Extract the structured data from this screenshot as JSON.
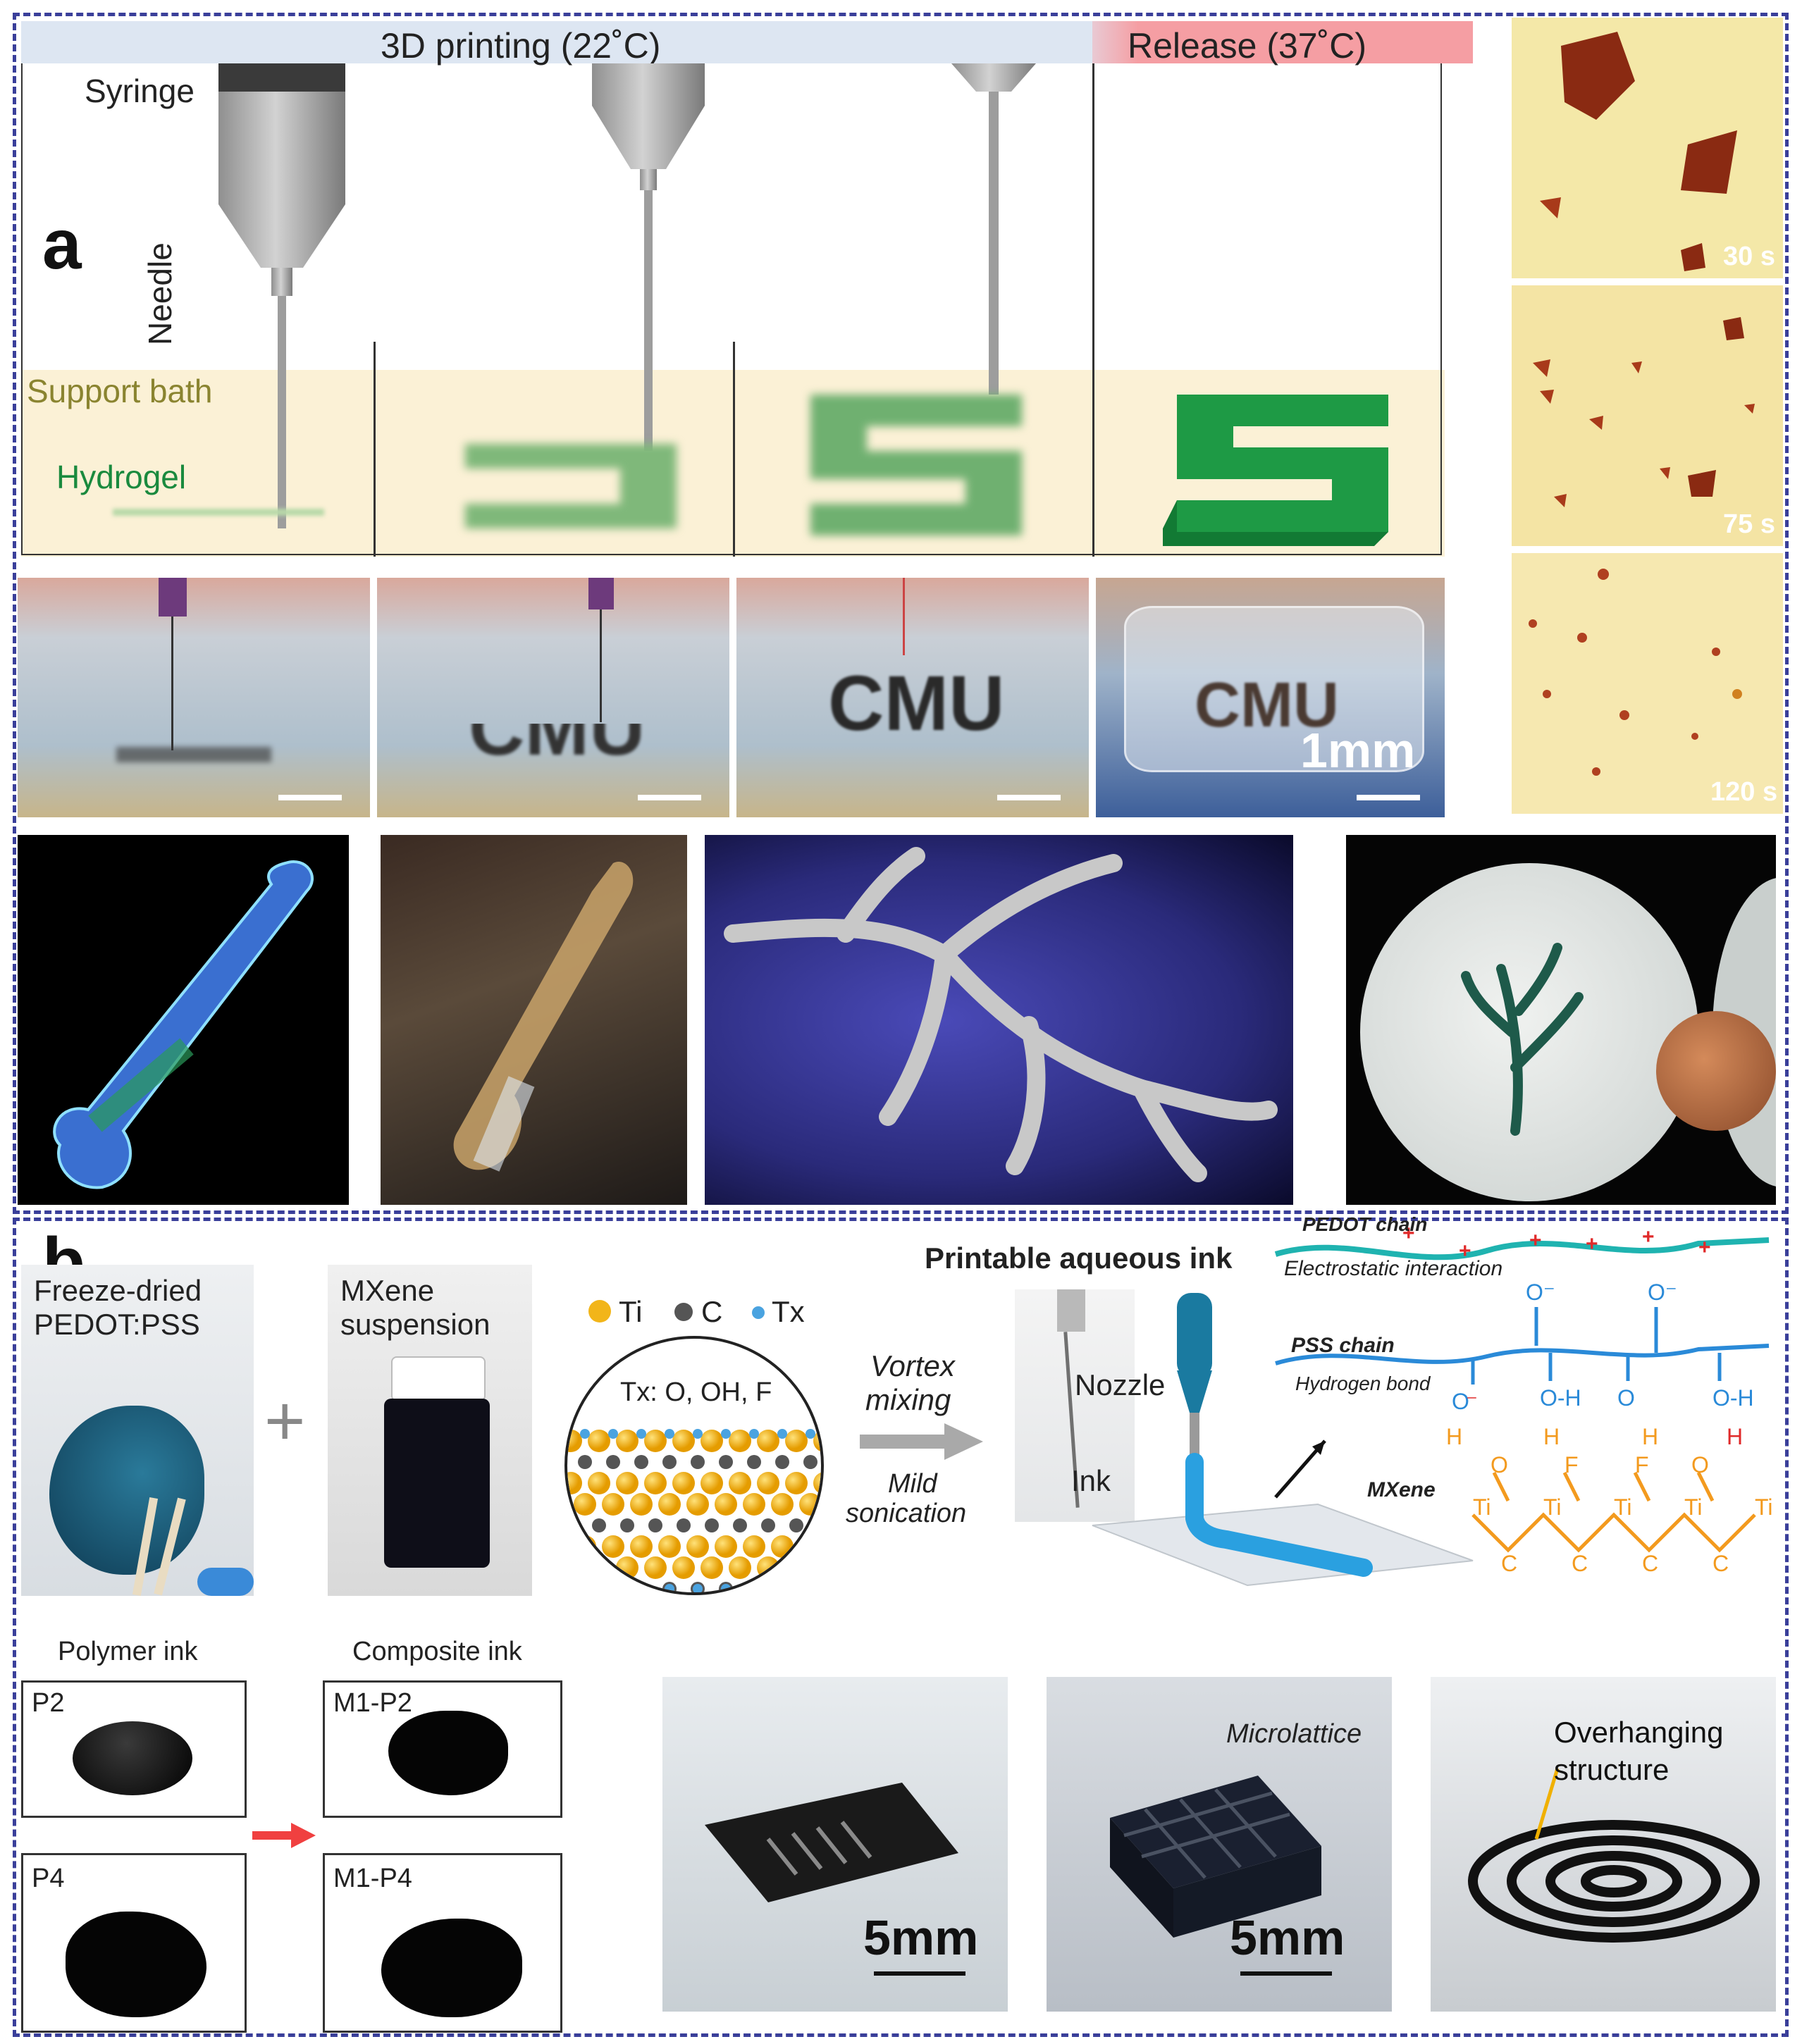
{
  "panel_a": {
    "label": "a",
    "header_printing": "3D printing (22˚C)",
    "header_release": "Release (37˚C)",
    "syringe_label": "Syringe",
    "needle_label": "Needle",
    "support_bath_label": "Support bath",
    "hydrogel_label": "Hydrogel",
    "photo_scale": "1mm",
    "photo_text": "CMU",
    "time_labels": [
      "30 s",
      "75 s",
      "120 s"
    ],
    "colors": {
      "header_blue": "#dde6f2",
      "header_red": "#f59ea3",
      "bath": "#fbf1d6",
      "hydrogel": "#1e9a45",
      "support_text": "#8a8430",
      "hydrogel_text": "#1a8a3e"
    }
  },
  "panel_b": {
    "label": "b",
    "freeze_dried_line1": "Freeze-dried",
    "freeze_dried_line2": "PEDOT:PSS",
    "mxene_line1": "MXene",
    "mxene_line2": "suspension",
    "plus": "+",
    "legend_ti": "Ti",
    "legend_c": "C",
    "legend_tx": "Tx",
    "tx_def": "Tx: O, OH, F",
    "vortex_line1": "Vortex",
    "vortex_line2": "mixing",
    "mild_line1": "Mild",
    "mild_line2": "sonication",
    "printable_title": "Printable aqueous ink",
    "nozzle_label": "Nozzle",
    "ink_label": "Ink",
    "pedot_chain": "PEDOT chain",
    "electrostatic": "Electrostatic interaction",
    "pss_chain": "PSS chain",
    "hydrogen_bond": "Hydrogen bond",
    "mxene_label": "MXene",
    "polymer_ink": "Polymer ink",
    "composite_ink": "Composite ink",
    "samples": [
      "P2",
      "P4",
      "M1-P2",
      "M1-P4"
    ],
    "microlattice": "Microlattice",
    "overhang_line1": "Overhanging",
    "overhang_line2": "structure",
    "scale_5mm": "5mm",
    "colors": {
      "ti": "#f2b519",
      "c": "#555555",
      "tx": "#4aa3e0",
      "chain_teal": "#1fb3b0",
      "chain_blue": "#2a8ad8",
      "mxene_orange": "#f39a1e",
      "hbond_red": "#e02a2a"
    }
  }
}
